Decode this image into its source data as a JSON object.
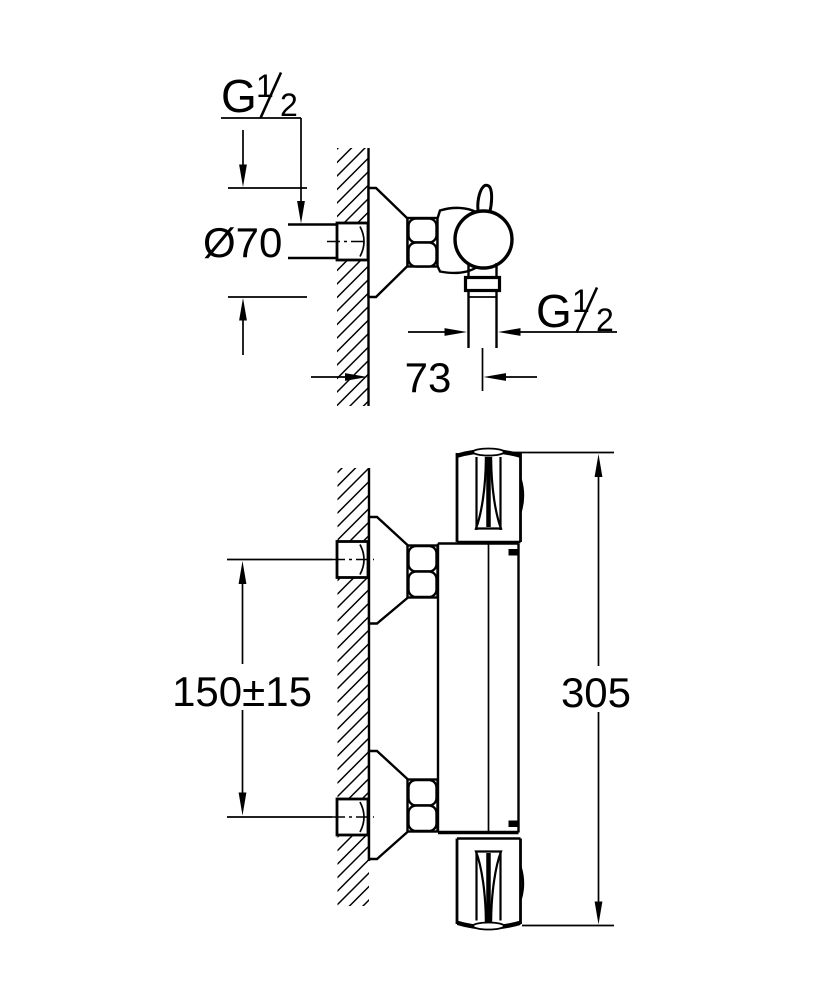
{
  "drawing": {
    "type": "installation-drawing",
    "colors": {
      "line": "#000000",
      "background": "#ffffff"
    },
    "labels": {
      "thread_g": "G",
      "thread_half_numerator": "1",
      "thread_half_denominator": "2"
    },
    "top_view": {
      "escutcheon_diameter": "Ø70",
      "wall_to_outlet_center": "73"
    },
    "bottom_view": {
      "connection_spacing": "150±15",
      "overall_height": "305"
    }
  }
}
